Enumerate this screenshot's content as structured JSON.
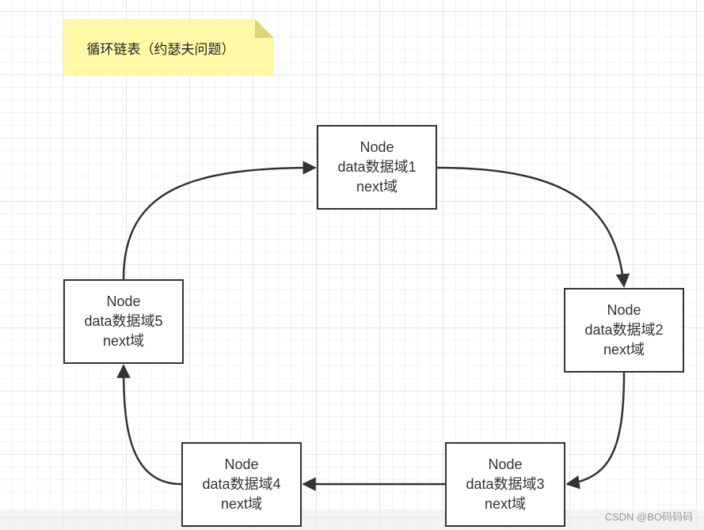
{
  "note": {
    "text": "循环链表（约瑟夫问题）"
  },
  "nodes": [
    {
      "title": "Node",
      "data": "data数据域1",
      "next": "next域"
    },
    {
      "title": "Node",
      "data": "data数据域2",
      "next": "next域"
    },
    {
      "title": "Node",
      "data": "data数据域3",
      "next": "next域"
    },
    {
      "title": "Node",
      "data": "data数据域4",
      "next": "next域"
    },
    {
      "title": "Node",
      "data": "data数据域5",
      "next": "next域"
    }
  ],
  "watermark": "CSDN @BO码码码",
  "colors": {
    "note_fill": "#fff9a8",
    "stroke": "#333333",
    "grid": "#e6e6e6"
  }
}
